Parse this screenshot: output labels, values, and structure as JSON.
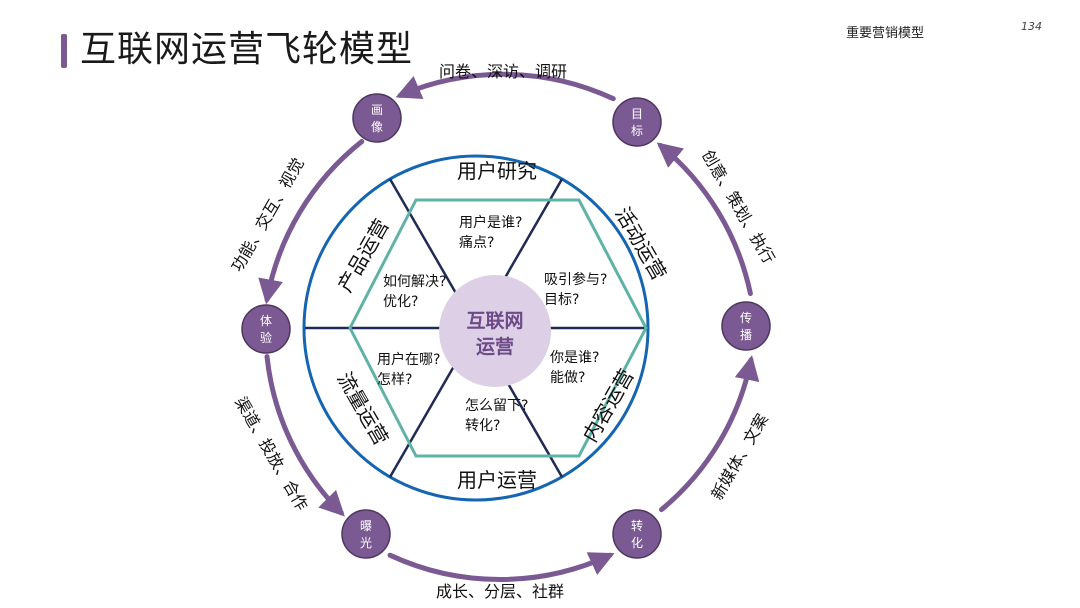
{
  "header": {
    "title": "互联网运营飞轮模型",
    "section_label": "重要营销模型",
    "page_number": "134"
  },
  "colors": {
    "accent_purple": "#7b5a93",
    "ring_blue": "#1565b0",
    "hexagon_teal": "#5fb3a6",
    "spoke_navy": "#1f2a55",
    "center_fill": "#ddd0e6",
    "center_text": "#6c4a87"
  },
  "center": {
    "line1": "互联网",
    "line2": "运营"
  },
  "outer_nodes": [
    {
      "id": "portrait",
      "line1": "画",
      "line2": "像"
    },
    {
      "id": "goal",
      "line1": "目",
      "line2": "标"
    },
    {
      "id": "spread",
      "line1": "传",
      "line2": "播"
    },
    {
      "id": "convert",
      "line1": "转",
      "line2": "化"
    },
    {
      "id": "exposure",
      "line1": "曝",
      "line2": "光"
    },
    {
      "id": "experience",
      "line1": "体",
      "line2": "验"
    }
  ],
  "arc_labels": {
    "top": "问卷、深访、调研",
    "upper_right": "创意、策划、执行",
    "lower_right": "新媒体、文案",
    "bottom": "成长、分层、社群",
    "lower_left": "渠道、投放、合作",
    "upper_left": "功能、交互、视觉"
  },
  "sectors": {
    "top": "用户研究",
    "upper_right": "活动运营",
    "lower_right": "内容运营",
    "bottom": "用户运营",
    "lower_left": "流量运营",
    "upper_left": "产品运营"
  },
  "questions": {
    "top": {
      "line1": "用户是谁?",
      "line2": "痛点?"
    },
    "upper_right": {
      "line1": "吸引参与?",
      "line2": "目标?"
    },
    "lower_right": {
      "line1": "你是谁?",
      "line2": "能做?"
    },
    "bottom": {
      "line1": "怎么留下?",
      "line2": "转化?"
    },
    "lower_left": {
      "line1": "用户在哪?",
      "line2": "怎样?"
    },
    "upper_left": {
      "line1": "如何解决?",
      "line2": "优化?"
    }
  }
}
